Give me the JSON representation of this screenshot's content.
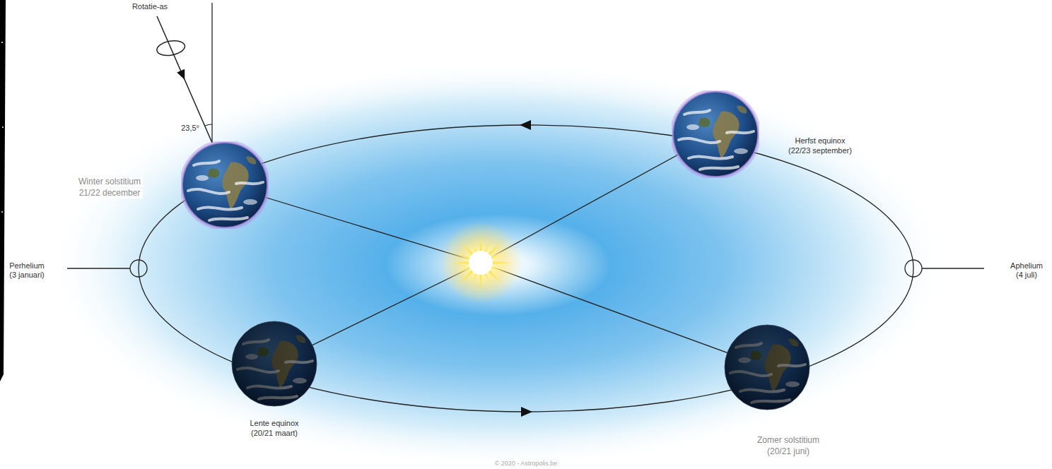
{
  "diagram": {
    "nodes": [
      {
        "text": [
          "Winter solstitium",
          "21/22 december"
        ]
      },
      {
        "text": [
          "Herfst equinox",
          "(22/23 september)"
        ]
      },
      {
        "text": [
          "Lente equinox",
          "(20/21 maart)"
        ]
      },
      {
        "text": [
          "Zomer solstitium",
          "(20/21 juni)"
        ]
      }
    ],
    "labels": [
      "Rotatie-as",
      "23,5°",
      "Perhelium",
      "(3 januari)",
      "Aphelium",
      "(4 juli)",
      "© 2020 - Astropolis.be"
    ]
  }
}
